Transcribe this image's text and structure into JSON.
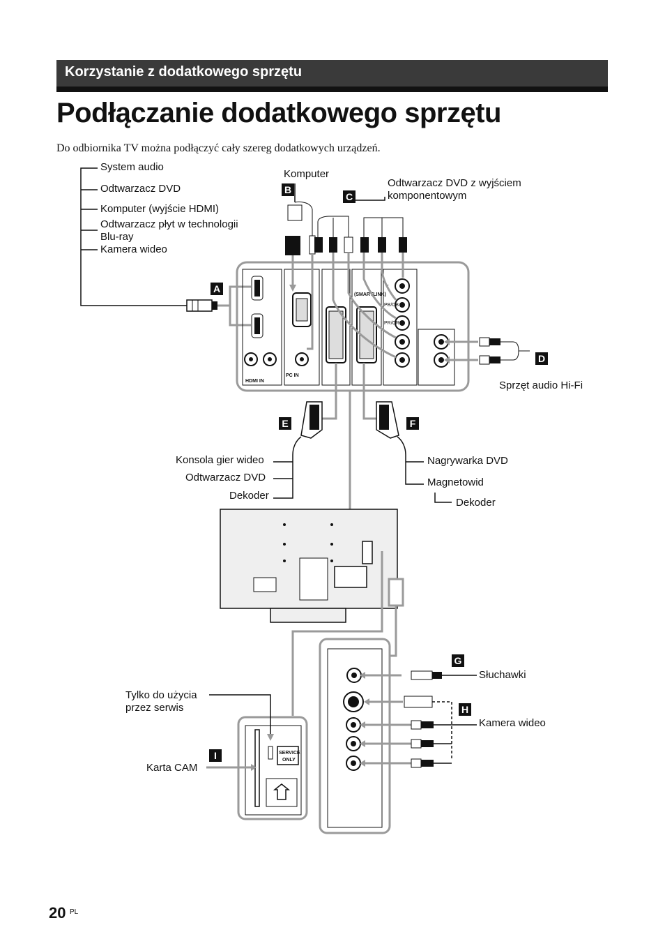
{
  "header": {
    "section": "Korzystanie z dodatkowego sprzętu",
    "title": "Podłączanie dodatkowego sprzętu",
    "intro": "Do odbiornika TV można podłączyć cały szereg dodatkowych urządzeń."
  },
  "labels": {
    "a": [
      "System audio",
      "Odtwarzacz DVD",
      "Komputer (wyjście HDMI)",
      "Odtwarzacz płyt w technologii",
      "Blu-ray",
      "Kamera wideo"
    ],
    "b": "Komputer",
    "c": [
      "Odtwarzacz DVD z wyjściem",
      "komponentowym"
    ],
    "d": "Sprzęt audio Hi-Fi",
    "e": [
      "Konsola gier wideo",
      "Odtwarzacz DVD",
      "Dekoder"
    ],
    "f": [
      "Nagrywarka DVD",
      "Magnetowid",
      "Dekoder"
    ],
    "g": "Słuchawki",
    "h": "Kamera wideo",
    "service": [
      "Tylko do użycia",
      "przez serwis"
    ],
    "i": "Karta CAM"
  },
  "badges": {
    "a": "A",
    "b": "B",
    "c": "C",
    "d": "D",
    "e": "E",
    "f": "F",
    "g": "G",
    "h": "H",
    "i": "I"
  },
  "panel": {
    "hdmi": "HDMI IN",
    "pc_in": "PC IN",
    "smartlink": "(SMARTLINK)",
    "y": "Y",
    "pb": "PB/CB",
    "pr": "PR/CR",
    "service_only": [
      "SERVICE",
      "ONLY"
    ]
  },
  "footer": {
    "page": "20",
    "lang": "PL"
  }
}
